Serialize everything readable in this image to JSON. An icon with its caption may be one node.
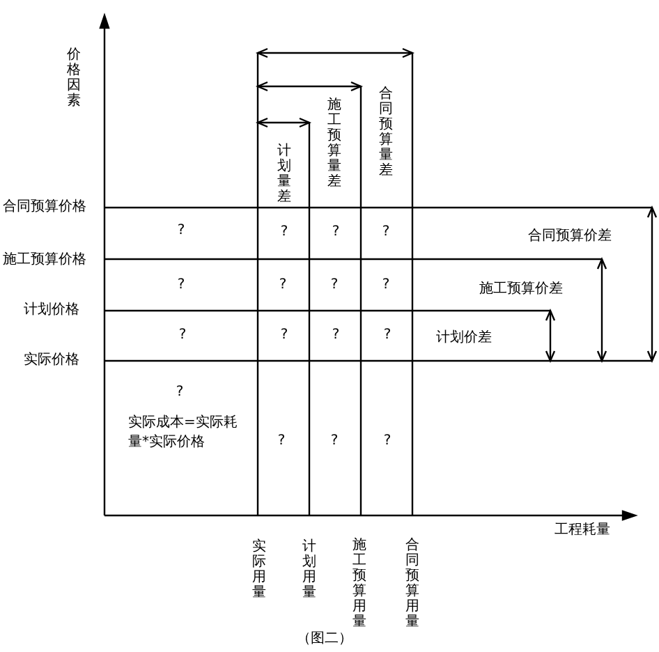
{
  "diagram": {
    "caption": "（图二）",
    "labels": [
      "价格因素",
      "计划量差",
      "施工预算量差",
      "合同预算量差",
      "合同预算价格",
      "?",
      "?",
      "?",
      "?",
      "合同预算价差",
      "施工预算价格",
      "?",
      "?",
      "?",
      "?",
      "施工预算价差",
      "计划价格",
      "?",
      "?",
      "?",
      "?",
      "计划价差",
      "实际价格",
      "?",
      "实际成本=实际耗量*实际价格",
      "?",
      "?",
      "?",
      "工程耗量",
      "实际用量",
      "计划用量",
      "施工预算用量",
      "合同预算用量"
    ]
  }
}
